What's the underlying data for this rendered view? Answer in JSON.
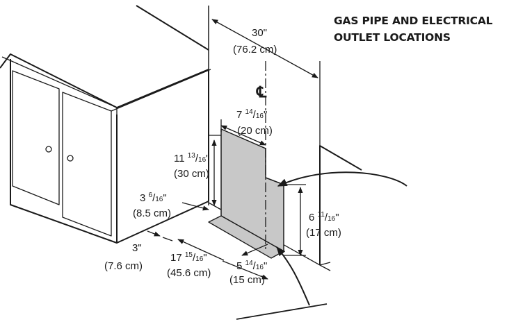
{
  "title": {
    "line1": "GAS PIPE AND ELECTRICAL",
    "line2": "OUTLET LOCATIONS"
  },
  "centerline_symbol": "℄",
  "dimensions": {
    "width": {
      "imperial": "30\"",
      "metric": "(76.2 cm)"
    },
    "cutout_width": {
      "whole": "7 ",
      "num": "14",
      "den": "16",
      "inch": "\"",
      "metric": "(20 cm)"
    },
    "cutout_height": {
      "whole": "11 ",
      "num": "13",
      "den": "16",
      "inch": "\"",
      "metric": "(30 cm)"
    },
    "offset_side": {
      "whole": "3 ",
      "num": "6",
      "den": "16",
      "inch": "\"",
      "metric": "(8.5 cm)"
    },
    "offset_wall": {
      "imperial": "3\"",
      "metric": "(7.6 cm)"
    },
    "depth": {
      "whole": "17 ",
      "num": "15",
      "den": "16",
      "inch": "\"",
      "metric": "(45.6 cm)"
    },
    "floor_width": {
      "whole": "5 ",
      "num": "14",
      "den": "16",
      "inch": "\"",
      "metric": "(15 cm)"
    },
    "lower_height": {
      "whole": "6 ",
      "num": "11",
      "den": "16",
      "inch": "\"",
      "metric": "(17 cm)"
    }
  },
  "colors": {
    "shaded_area": "#c8c8c8",
    "line": "#1a1a1a"
  }
}
